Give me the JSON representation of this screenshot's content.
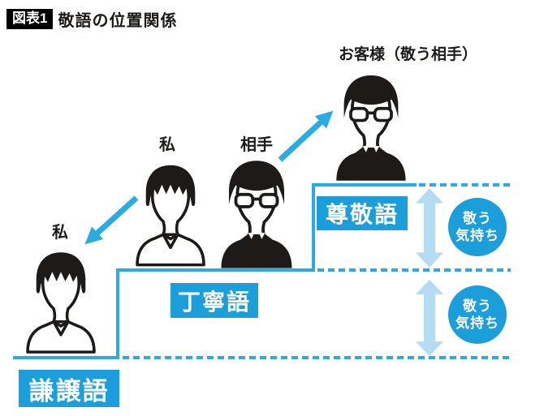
{
  "figure": {
    "tag": "図表1",
    "title": "敬語の位置関係"
  },
  "labels": {
    "customer": "お客様（敬う相手）",
    "me_middle": "私",
    "partner": "相手",
    "me_lower": "私"
  },
  "keigo": {
    "sonkeigo": "尊敬語",
    "teineigo": "丁寧語",
    "kenjougo": "謙譲語"
  },
  "respect_feeling": {
    "line1": "敬う",
    "line2": "気持ち"
  },
  "icons": {
    "person_plain": "person-silhouette-icon",
    "person_glasses_suit": "person-glasses-suit-icon",
    "arrow_down_left": "down-left-arrow-icon",
    "arrow_up_right": "up-right-arrow-icon",
    "double_arrow": "vertical-double-arrow-icon"
  },
  "colors": {
    "accent_blue": "#1b9ed9",
    "line_blue": "#2aabe2",
    "light_blue": "#b5dcf2",
    "ink_black": "#1e1a17"
  }
}
